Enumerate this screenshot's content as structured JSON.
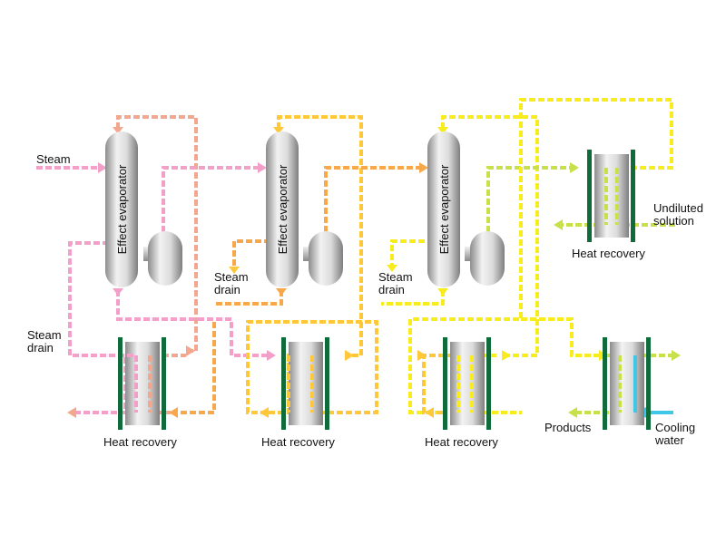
{
  "labels": {
    "steam": "Steam",
    "steam_drain_left_1": "Steam",
    "steam_drain_left_2": "drain",
    "steam_drain_mid_1": "Steam",
    "steam_drain_mid_2": "drain",
    "steam_drain_right_1": "Steam",
    "steam_drain_right_2": "drain",
    "evaporator_1": "Effect evaporator",
    "evaporator_2": "Effect evaporator",
    "evaporator_3": "Effect evaporator",
    "heat_recovery_1": "Heat recovery",
    "heat_recovery_2": "Heat recovery",
    "heat_recovery_3": "Heat recovery",
    "heat_recovery_top": "Heat recovery",
    "undiluted_1": "Undiluted",
    "undiluted_2": "solution",
    "products": "Products",
    "cooling_1": "Cooling",
    "cooling_2": "water"
  },
  "colors": {
    "pink": "#f3a0c8",
    "salmon": "#f4a78f",
    "orange": "#f7a84a",
    "amber": "#ffc83a",
    "yellow": "#f8ec1c",
    "lime": "#c8e04a",
    "cyan": "#3fc7ea",
    "plate_green": "#0f6b3a"
  }
}
